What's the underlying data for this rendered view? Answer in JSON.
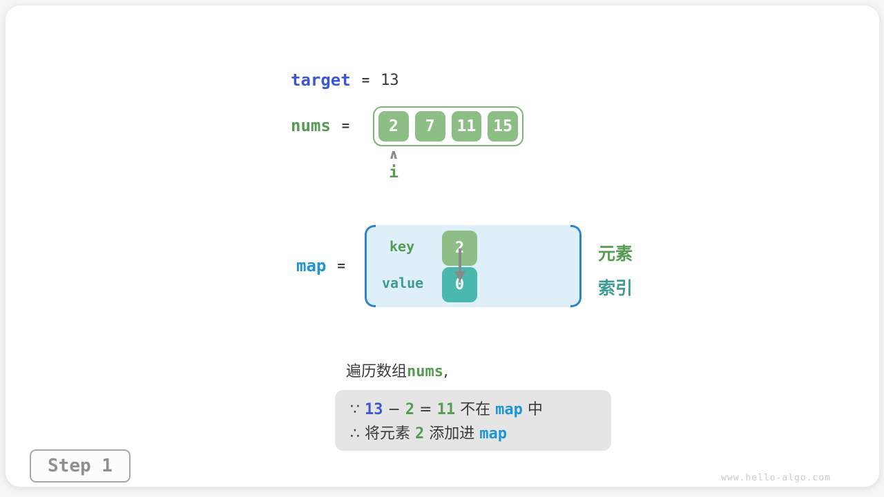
{
  "colors": {
    "blue": "#3d56d4",
    "azure": "#2095d5",
    "green_text": "#559b53",
    "teal_text": "#3e9c94",
    "green_cell": "#8cbe85",
    "teal_cell": "#4bb8ae",
    "array_border": "#7eb377",
    "map_background": "#dfeffa",
    "map_bracket": "#2b85c6",
    "note_background": "#e5e5e5",
    "text_dark": "#3a3a3a",
    "pointer_gray": "#8a8a8a"
  },
  "target": {
    "label": "target",
    "equals": "=",
    "value": "13"
  },
  "nums": {
    "label": "nums",
    "equals": "=",
    "cells": [
      "2",
      "7",
      "11",
      "15"
    ],
    "pointer_symbol": "∧",
    "pointer_label": "i"
  },
  "map": {
    "label": "map",
    "equals": "=",
    "key_label": "key",
    "value_label": "value",
    "key_cell_value": "2",
    "value_cell_value": "0",
    "element_label": "元素",
    "index_label": "索引"
  },
  "caption_segments": [
    {
      "t": "遍历数组 ",
      "c": "dark"
    },
    {
      "t": "nums",
      "c": "green"
    },
    {
      "t": " ,",
      "c": "dark"
    }
  ],
  "note": {
    "line1": [
      {
        "t": "∵ ",
        "c": "dark"
      },
      {
        "t": "13",
        "c": "blue"
      },
      {
        "t": " − ",
        "c": "dark"
      },
      {
        "t": "2",
        "c": "green"
      },
      {
        "t": " = ",
        "c": "dark"
      },
      {
        "t": "11",
        "c": "green"
      },
      {
        "t": " 不在 ",
        "c": "dark"
      },
      {
        "t": "map",
        "c": "azure"
      },
      {
        "t": " 中",
        "c": "dark"
      }
    ],
    "line2": [
      {
        "t": "∴ 将元素 ",
        "c": "dark"
      },
      {
        "t": "2",
        "c": "green"
      },
      {
        "t": " 添加进 ",
        "c": "dark"
      },
      {
        "t": "map",
        "c": "azure"
      }
    ]
  },
  "step_badge": "Step 1",
  "watermark": "www.hello-algo.com"
}
